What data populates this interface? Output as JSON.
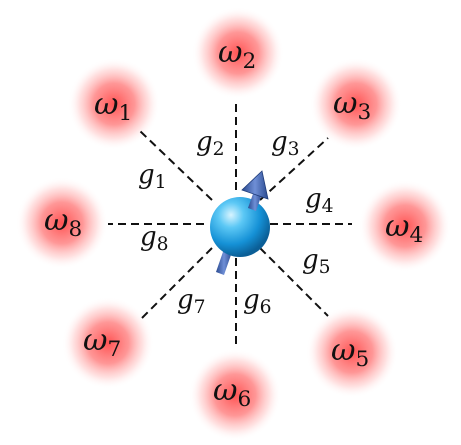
{
  "center": {
    "label": "spin",
    "arrow_color": "#3c5fa8",
    "sphere_color": "#1e9fe0"
  },
  "modes": [
    {
      "id": 1,
      "omega": "ω",
      "omega_sub": "1",
      "g": "g",
      "g_sub": "1"
    },
    {
      "id": 2,
      "omega": "ω",
      "omega_sub": "2",
      "g": "g",
      "g_sub": "2"
    },
    {
      "id": 3,
      "omega": "ω",
      "omega_sub": "3",
      "g": "g",
      "g_sub": "3"
    },
    {
      "id": 4,
      "omega": "ω",
      "omega_sub": "4",
      "g": "g",
      "g_sub": "4"
    },
    {
      "id": 5,
      "omega": "ω",
      "omega_sub": "5",
      "g": "g",
      "g_sub": "5"
    },
    {
      "id": 6,
      "omega": "ω",
      "omega_sub": "6",
      "g": "g",
      "g_sub": "6"
    },
    {
      "id": 7,
      "omega": "ω",
      "omega_sub": "7",
      "g": "g",
      "g_sub": "7"
    },
    {
      "id": 8,
      "omega": "ω",
      "omega_sub": "8",
      "g": "g",
      "g_sub": "8"
    }
  ],
  "colors": {
    "mode_glow": "#ff4a4a",
    "coupling_line": "#111111"
  }
}
